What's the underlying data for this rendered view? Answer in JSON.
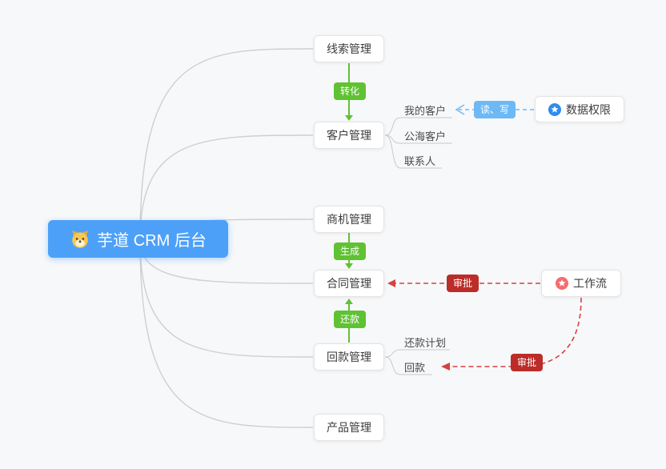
{
  "root": {
    "label": "芋道 CRM 后台"
  },
  "nodes": {
    "leads": {
      "label": "线索管理"
    },
    "customers": {
      "label": "客户管理"
    },
    "opportunities": {
      "label": "商机管理"
    },
    "contracts": {
      "label": "合同管理"
    },
    "receivables": {
      "label": "回款管理"
    },
    "products": {
      "label": "产品管理"
    },
    "data_permission": {
      "label": "数据权限"
    },
    "workflow": {
      "label": "工作流"
    }
  },
  "children": {
    "my_customers": {
      "label": "我的客户"
    },
    "public_customers": {
      "label": "公海客户"
    },
    "contacts": {
      "label": "联系人"
    },
    "repayment_plan": {
      "label": "还款计划"
    },
    "repayment": {
      "label": "回款"
    }
  },
  "edge_labels": {
    "convert": {
      "label": "转化"
    },
    "generate": {
      "label": "生成"
    },
    "repay": {
      "label": "还款"
    },
    "read_write": {
      "label": "读、写"
    },
    "approve_contract": {
      "label": "审批"
    },
    "approve_receivable": {
      "label": "审批"
    }
  },
  "colors": {
    "canvas_bg": "#f7f8fa",
    "root_bg": "#4da0f8",
    "green": "#5fc232",
    "blue_label": "#6db9f6",
    "blue_dash": "#74b6f5",
    "red_label": "#bb2d28",
    "red_dash": "#d94040",
    "link_gray": "#cfcfcf",
    "star_blue": "#2d8cf0",
    "star_red": "#f56c6c"
  }
}
